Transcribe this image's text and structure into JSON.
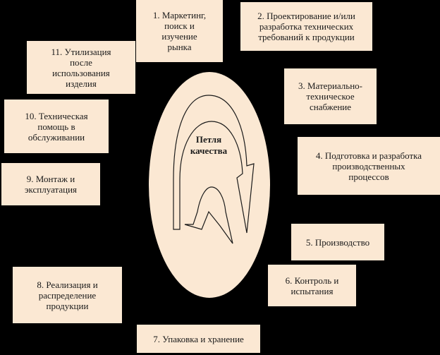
{
  "diagram": {
    "center": {
      "lines": [
        "Петля",
        "качества"
      ]
    },
    "stages": [
      {
        "lines": [
          "1. Маркетинг,",
          "поиск и",
          "изучение",
          "рынка"
        ]
      },
      {
        "lines": [
          "2. Проектирование и/или",
          "разработка технических",
          "требований к продукции"
        ]
      },
      {
        "lines": [
          "3. Материально-",
          "техническое",
          "снабжение"
        ]
      },
      {
        "lines": [
          "4. Подготовка и разработка",
          "производственных",
          "процессов"
        ]
      },
      {
        "lines": [
          "5. Производство"
        ]
      },
      {
        "lines": [
          "6. Контроль и",
          "испытания"
        ]
      },
      {
        "lines": [
          "7. Упаковка и хранение"
        ]
      },
      {
        "lines": [
          "8. Реализация и",
          "распределение",
          "продукции"
        ]
      },
      {
        "lines": [
          "9. Монтаж и",
          "эксплуатация"
        ]
      },
      {
        "lines": [
          "10. Техническая",
          "помощь в",
          "обслуживании"
        ]
      },
      {
        "lines": [
          "11. Утилизация",
          "после",
          "использования",
          "изделия"
        ]
      }
    ],
    "colors": {
      "background": "#000000",
      "box_fill": "#fbe8d3",
      "ellipse_fill": "#fbe8d3",
      "stroke": "#1a1a1a"
    }
  }
}
